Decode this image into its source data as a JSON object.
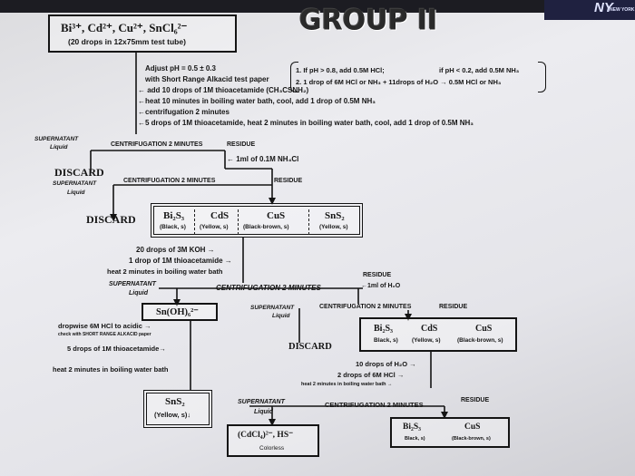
{
  "header": {
    "title": "GROUP II",
    "logo_top": "NY",
    "logo_bottom": "NEW YORK"
  },
  "start_box": {
    "ions": "Bi³⁺, Cd²⁺, Cu²⁺, SnCl₆²⁻",
    "note": "(20 drops in 12x75mm test tube)"
  },
  "steps_1": [
    "Adjust pH = 0.5 ± 0.3",
    "with Short Range Alkacid test paper",
    "← add 10 drops of 1M thioacetamide (CH₃CSNH₂)",
    "←heat 10 minutes in boiling water bath, cool, add 1 drop of 0.5M NH₃",
    "←centrifugation 2 minutes",
    "←5 drops of 1M thioacetamide, heat 2 minutes in boiling water bath, cool, add 1 drop of 0.5M NH₃"
  ],
  "ph_notes": {
    "line1": "1.  If pH > 0.8, add 0.5M HCl;",
    "line1b": "if pH < 0.2, add 0.5M NH₃",
    "line2": "2. 1 drop of 6M HCl or NH₃ + 11drops of H₂O → 0.5M HCl or NH₃"
  },
  "level1": {
    "supernatant": "SUPERNATANT",
    "liquid": "Liquid",
    "centrifuge": "CENTRIFUGATION 2 MINUTES",
    "residue": "RESIDUE",
    "wash": "← 1ml of 0.1M NH₄Cl",
    "discard": "DISCARD"
  },
  "level2": {
    "supernatant": "SUPERNATANT",
    "liquid": "Liquid",
    "centrifuge": "CENTRIFUGATION 2 MINUTES",
    "residue": "RESIDUE",
    "discard": "DISCARD"
  },
  "sulfides_box": [
    {
      "formula": "Bi₂S₃",
      "note": "(Black, s)"
    },
    {
      "formula": "CdS",
      "note": "(Yellow, s)"
    },
    {
      "formula": "CuS",
      "note": "(Black-brown, s)"
    },
    {
      "formula": "SnS₂",
      "note": "(Yellow, s)"
    }
  ],
  "steps_2": [
    "20 drops of 3M KOH →",
    "1 drop of 1M thioacetamide →",
    "heat 2 minutes in boiling water bath"
  ],
  "level3": {
    "supernatant": "SUPERNATANT",
    "liquid": "Liquid",
    "centrifuge": "CENTRIFUGATION 2 MINUTES",
    "residue": "RESIDUE",
    "wash": "←1ml of H₂O"
  },
  "tin_box": "Sn(OH)₆²⁻",
  "steps_3": [
    "dropwise 6M HCl to acidic →",
    "check with SHORT RANGE ALKACID paper",
    "5 drops of 1M thioacetamide→",
    "heat 2 minutes in boiling water bath"
  ],
  "level4": {
    "supernatant": "SUPERNATANT",
    "liquid": "Liquid",
    "centrifuge": "CENTRIFUGATION 2 MINUTES",
    "residue": "RESIDUE",
    "discard": "DISCARD"
  },
  "residue_box_1": [
    {
      "formula": "Bi₂S₃",
      "note": "Black, s)"
    },
    {
      "formula": "CdS",
      "note": "(Yellow, s)"
    },
    {
      "formula": "CuS",
      "note": "(Black-brown, s)"
    }
  ],
  "steps_4": [
    "10 drops of H₂O →",
    "2 drops of 6M HCl →",
    "heat 2 minutes in boiling water bath →"
  ],
  "sns2_box": {
    "formula": "SnS₂",
    "note": "(Yellow, s)↓"
  },
  "level5": {
    "supernatant": "SUPERNATANT",
    "liquid": "Liquid",
    "centrifuge": "CENTRIFUGATION 2 MINUTES",
    "residue": "RESIDUE"
  },
  "cd_box": {
    "formula": "(CdCl₄)²⁻, HS⁻",
    "note": "Colorless"
  },
  "residue_box_2": [
    {
      "formula": "Bi₂S₃",
      "note": "Black, s)"
    },
    {
      "formula": "CuS",
      "note": "(Black-brown, s)"
    }
  ]
}
